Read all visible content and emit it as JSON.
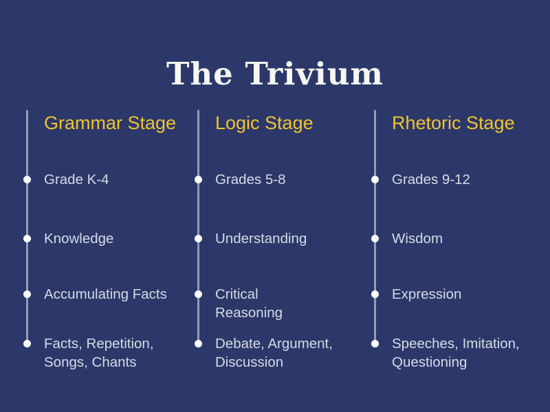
{
  "page": {
    "title": "The Trivium",
    "background_color": "#2c3869",
    "accent_color": "#f1c232",
    "line_color": "#949cb5",
    "text_color": "#d6dae5"
  },
  "columns": [
    {
      "heading": "Grammar Stage",
      "items": [
        "Grade K-4",
        "Knowledge",
        "Accumulating Facts",
        "Facts, Repetition,\nSongs, Chants"
      ]
    },
    {
      "heading": "Logic Stage",
      "items": [
        "Grades 5-8",
        "Understanding",
        "Critical\nReasoning",
        "Debate, Argument,\nDiscussion"
      ]
    },
    {
      "heading": "Rhetoric Stage",
      "items": [
        "Grades 9-12",
        "Wisdom",
        " Expression",
        "Speeches, Imitation,\nQuestioning"
      ]
    }
  ]
}
